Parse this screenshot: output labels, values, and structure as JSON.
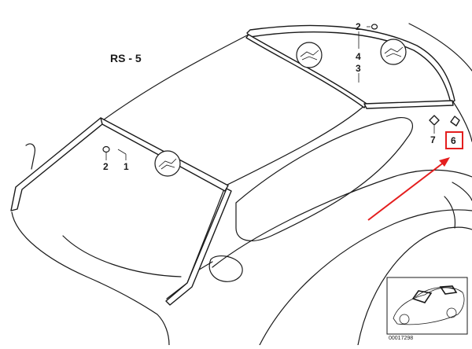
{
  "diagram": {
    "title": "RS - 5",
    "callouts": [
      {
        "id": "c2-top",
        "label": "2"
      },
      {
        "id": "c4",
        "label": "4"
      },
      {
        "id": "c3",
        "label": "3"
      },
      {
        "id": "c2-left",
        "label": "2"
      },
      {
        "id": "c1",
        "label": "1"
      },
      {
        "id": "c7",
        "label": "7"
      },
      {
        "id": "c6",
        "label": "6"
      }
    ],
    "highlight": {
      "label": "6",
      "box_color": "#e41e1e",
      "arrow_color": "#e41e1e"
    },
    "thumbnail": {
      "reference_number": "00017298"
    }
  }
}
